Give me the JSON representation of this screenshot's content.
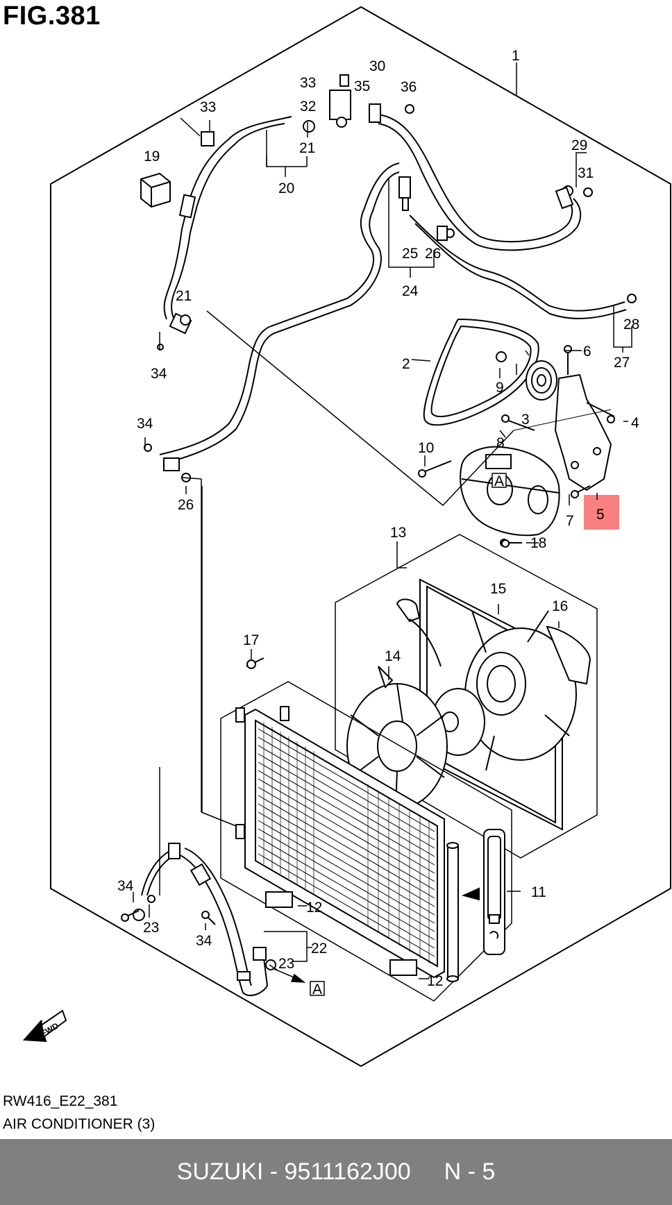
{
  "figure": {
    "title": "FIG.381",
    "ref_code": "RW416_E22_381",
    "caption": "AIR CONDITIONER (3)"
  },
  "callouts": {
    "c1": "1",
    "c2": "2",
    "c3": "3",
    "c4": "4",
    "c5": "5",
    "c6": "6",
    "c7": "7",
    "c8": "8",
    "c9": "9",
    "c10": "10",
    "c11": "11",
    "c12a": "12",
    "c12b": "12",
    "c13": "13",
    "c14": "14",
    "c15": "15",
    "c16": "16",
    "c17": "17",
    "c18": "18",
    "c19": "19",
    "c20": "20",
    "c21a": "21",
    "c21b": "21",
    "c22": "22",
    "c23a": "23",
    "c23b": "23",
    "c24": "24",
    "c25": "25",
    "c26a": "26",
    "c26b": "26",
    "c27": "27",
    "c28": "28",
    "c29": "29",
    "c30": "30",
    "c31": "31",
    "c32": "32",
    "c33a": "33",
    "c33b": "33",
    "c34a": "34",
    "c34b": "34",
    "c34c": "34",
    "c34d": "34",
    "c35": "35",
    "c36": "36"
  },
  "markers": {
    "a_top": "A",
    "a_bottom": "A",
    "fwd": "FWD"
  },
  "highlight": {
    "part": "5",
    "color": "#f88080"
  },
  "footer": {
    "brand_part": "SUZUKI - 9511162J00",
    "position": "N - 5"
  }
}
